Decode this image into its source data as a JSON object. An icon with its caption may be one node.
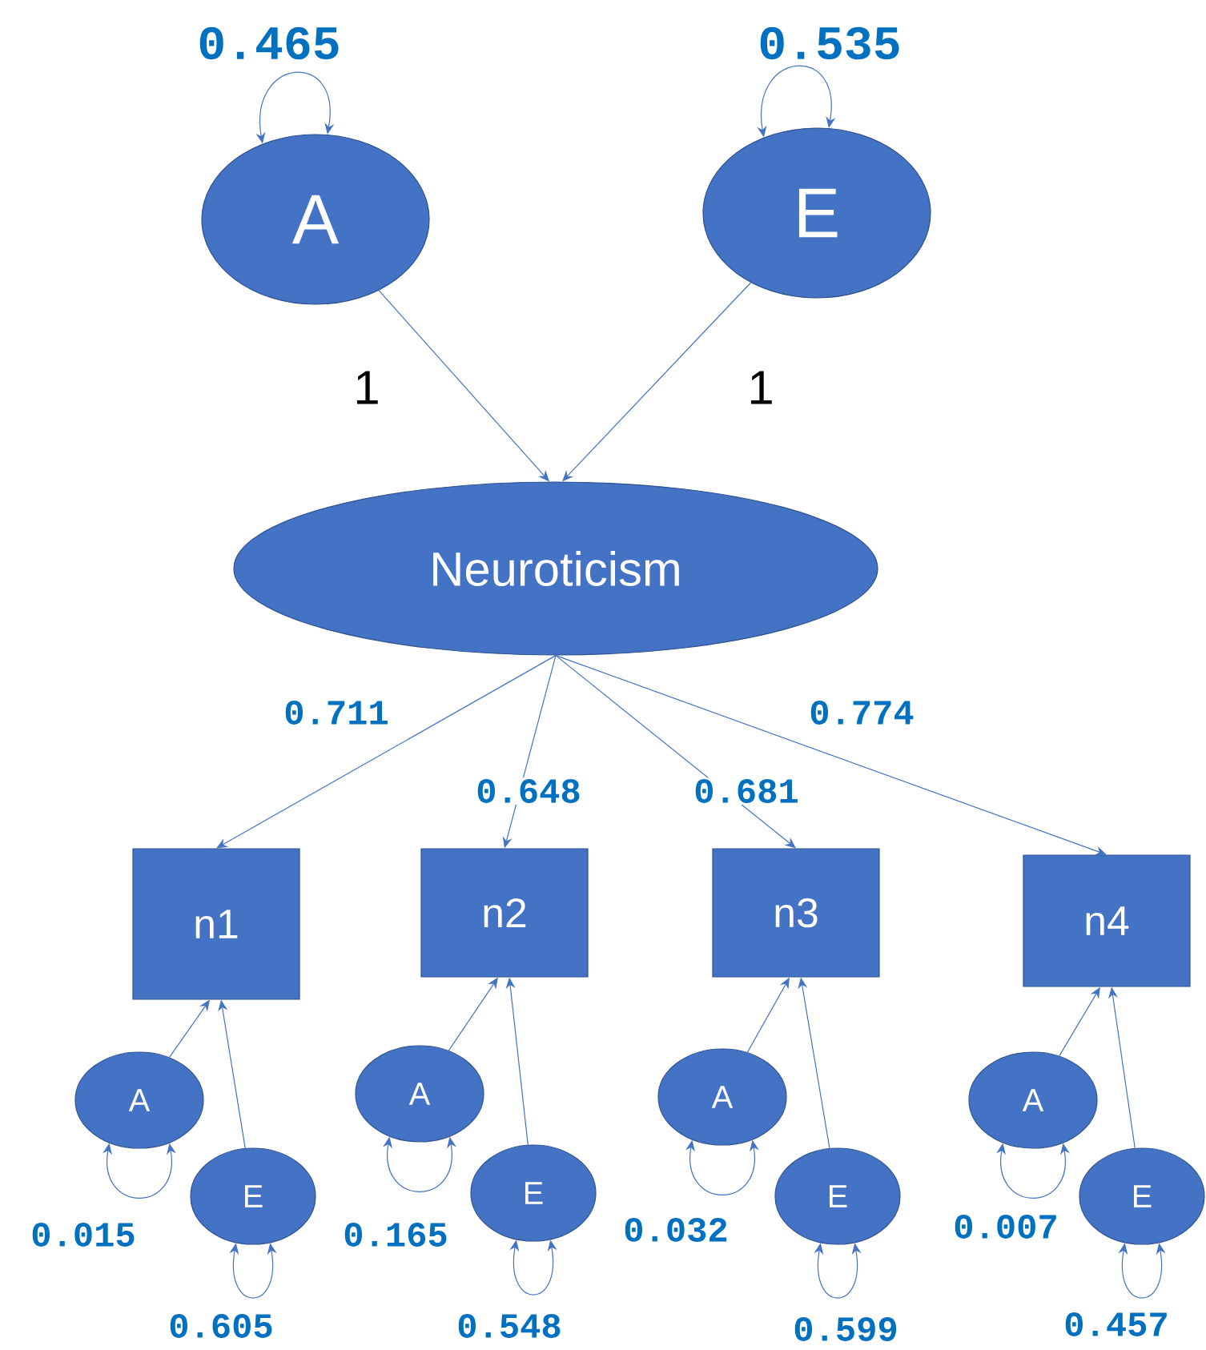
{
  "diagram": {
    "nodes": [
      {
        "text": [
          "A"
        ]
      },
      {
        "text": [
          "E"
        ]
      },
      {
        "text": [
          "Neuroticism"
        ]
      },
      {
        "text": [
          "n1"
        ]
      },
      {
        "text": [
          "n2"
        ]
      },
      {
        "text": [
          "n3"
        ]
      },
      {
        "text": [
          "n4"
        ]
      },
      {
        "text": [
          "A"
        ]
      },
      {
        "text": [
          "E"
        ]
      },
      {
        "text": [
          "A"
        ]
      },
      {
        "text": [
          "E"
        ]
      },
      {
        "text": [
          "A"
        ]
      },
      {
        "text": [
          "E"
        ]
      },
      {
        "text": [
          "A"
        ]
      },
      {
        "text": [
          "E"
        ]
      }
    ],
    "edges": [
      {
        "from": 0,
        "to": 2,
        "arrow": "to",
        "label": "1"
      },
      {
        "from": 1,
        "to": 2,
        "arrow": "to",
        "label": "1"
      },
      {
        "from": 2,
        "to": 3,
        "arrow": "to",
        "label": "0.711"
      },
      {
        "from": 2,
        "to": 4,
        "arrow": "to",
        "label": "0.648"
      },
      {
        "from": 2,
        "to": 5,
        "arrow": "to",
        "label": "0.681"
      },
      {
        "from": 2,
        "to": 6,
        "arrow": "to",
        "label": "0.774"
      },
      {
        "from": 7,
        "to": 3,
        "arrow": "to"
      },
      {
        "from": 8,
        "to": 3,
        "arrow": "to"
      },
      {
        "from": 9,
        "to": 4,
        "arrow": "to"
      },
      {
        "from": 10,
        "to": 4,
        "arrow": "to"
      },
      {
        "from": 11,
        "to": 5,
        "arrow": "to"
      },
      {
        "from": 12,
        "to": 5,
        "arrow": "to"
      },
      {
        "from": 13,
        "to": 6,
        "arrow": "to"
      },
      {
        "from": 14,
        "to": 6,
        "arrow": "to"
      },
      {
        "from": 0,
        "to": 0,
        "arrow": "both",
        "label": "0.465"
      },
      {
        "from": 1,
        "to": 1,
        "arrow": "both",
        "label": "0.535"
      },
      {
        "from": 7,
        "to": 7,
        "arrow": "both",
        "label": "0.015"
      },
      {
        "from": 8,
        "to": 8,
        "arrow": "both",
        "label": "0.605"
      },
      {
        "from": 9,
        "to": 9,
        "arrow": "both",
        "label": "0.165"
      },
      {
        "from": 10,
        "to": 10,
        "arrow": "both",
        "label": "0.548"
      },
      {
        "from": 11,
        "to": 11,
        "arrow": "both",
        "label": "0.032"
      },
      {
        "from": 12,
        "to": 12,
        "arrow": "both",
        "label": "0.599"
      },
      {
        "from": 13,
        "to": 13,
        "arrow": "both",
        "label": "0.007"
      },
      {
        "from": 14,
        "to": 14,
        "arrow": "both",
        "label": "0.457"
      }
    ]
  }
}
